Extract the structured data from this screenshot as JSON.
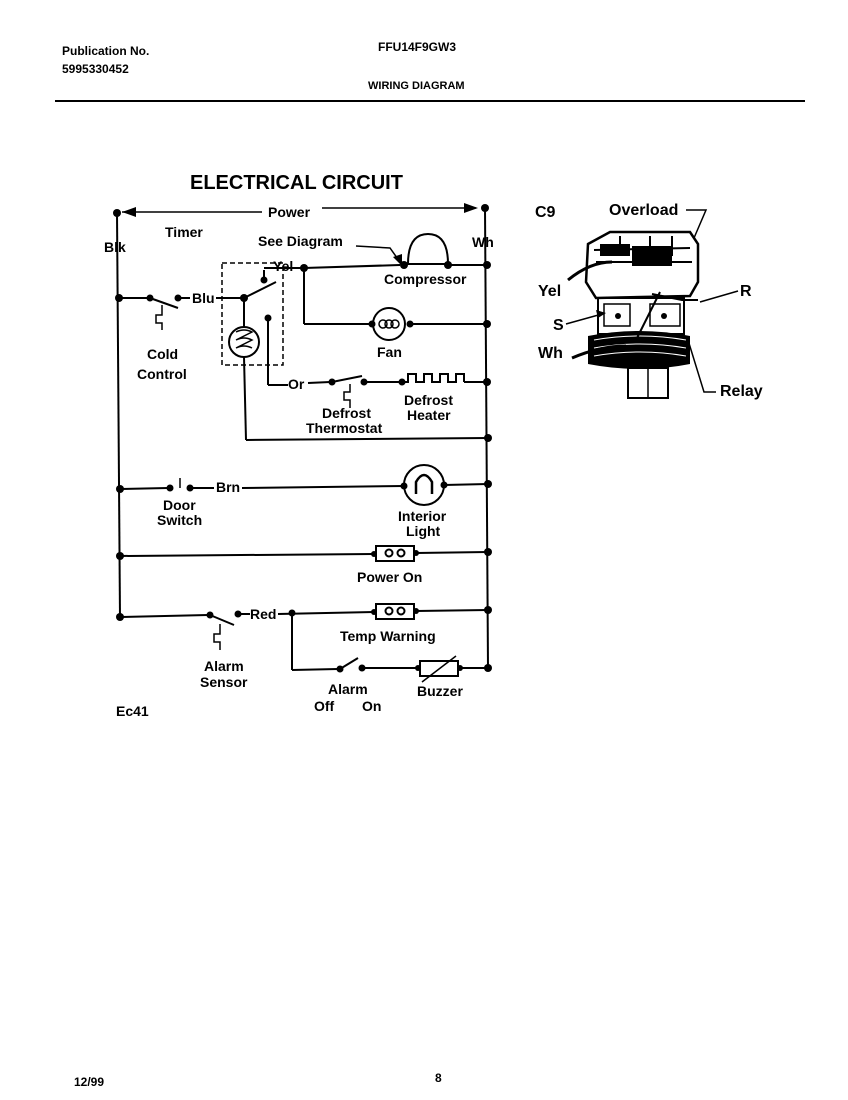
{
  "header": {
    "publication_label": "Publication No.",
    "publication_number": "5995330452",
    "model": "FFU14F9GW3",
    "section": "WIRING DIAGRAM"
  },
  "footer": {
    "date": "12/99",
    "page": "8"
  },
  "diagram": {
    "title": "ELECTRICAL CIRCUIT",
    "power": "Power",
    "blk": "Blk",
    "wh": "Wh",
    "timer": "Timer",
    "see_diagram": "See Diagram",
    "yel": "Yel",
    "compressor": "Compressor",
    "blu": "Blu",
    "fan": "Fan",
    "cold": "Cold",
    "control": "Control",
    "or": "Or",
    "defrost_thermostat_1": "Defrost",
    "defrost_thermostat_2": "Thermostat",
    "defrost_heater_1": "Defrost",
    "defrost_heater_2": "Heater",
    "brn": "Brn",
    "door_1": "Door",
    "door_2": "Switch",
    "interior_1": "Interior",
    "interior_2": "Light",
    "power_on": "Power On",
    "red": "Red",
    "temp_warning": "Temp Warning",
    "alarm_sensor_1": "Alarm",
    "alarm_sensor_2": "Sensor",
    "alarm": "Alarm",
    "off": "Off",
    "on": "On",
    "buzzer": "Buzzer",
    "code": "Ec41"
  },
  "compressor_detail": {
    "code": "C9",
    "overload": "Overload",
    "yel": "Yel",
    "r": "R",
    "s": "S",
    "wh": "Wh",
    "relay": "Relay"
  }
}
